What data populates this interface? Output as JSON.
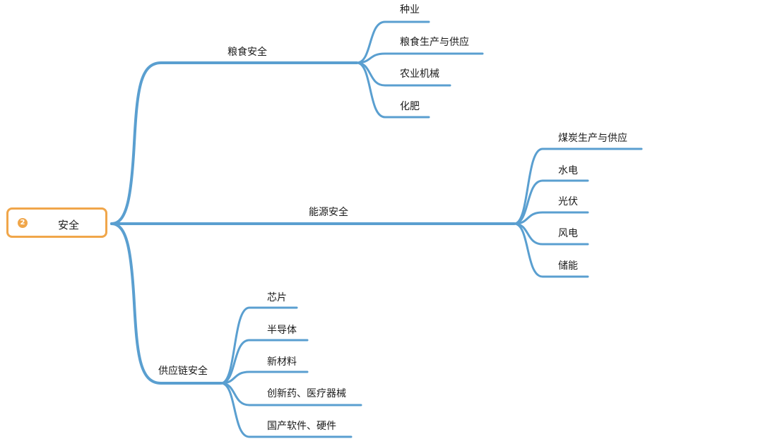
{
  "colors": {
    "link": "#5a9fd0",
    "root_border": "#f0a64a"
  },
  "root": {
    "badge": "2",
    "label": "安全"
  },
  "branches": [
    {
      "label": "粮食安全",
      "children": [
        "种业",
        "粮食生产与供应",
        "农业机械",
        "化肥"
      ]
    },
    {
      "label": "能源安全",
      "children": [
        "煤炭生产与供应",
        "水电",
        "光伏",
        "风电",
        "储能"
      ]
    },
    {
      "label": "供应链安全",
      "children": [
        "芯片",
        "半导体",
        "新材料",
        "创新药、医疗器械",
        "国产软件、硬件"
      ]
    }
  ]
}
